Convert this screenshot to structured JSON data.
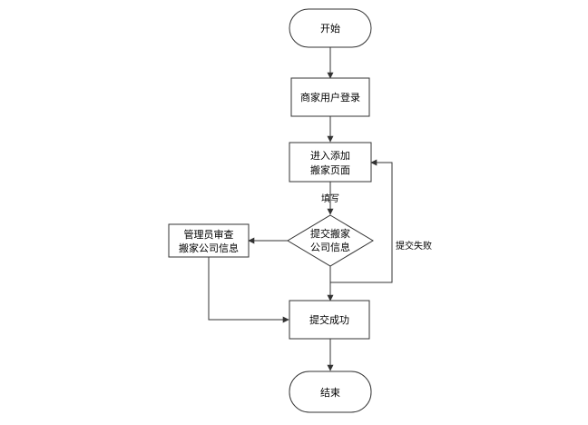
{
  "flowchart": {
    "start": "开始",
    "login": "商家用户登录",
    "enter_page": {
      "line1": "进入添加",
      "line2": "搬家页面"
    },
    "submit_decision": {
      "line1": "提交搬家",
      "line2": "公司信息"
    },
    "admin_review": {
      "line1": "管理员审查",
      "line2": "搬家公司信息"
    },
    "submit_success": "提交成功",
    "end": "结束",
    "edge_fill": "填写",
    "edge_fail": "提交失败"
  }
}
